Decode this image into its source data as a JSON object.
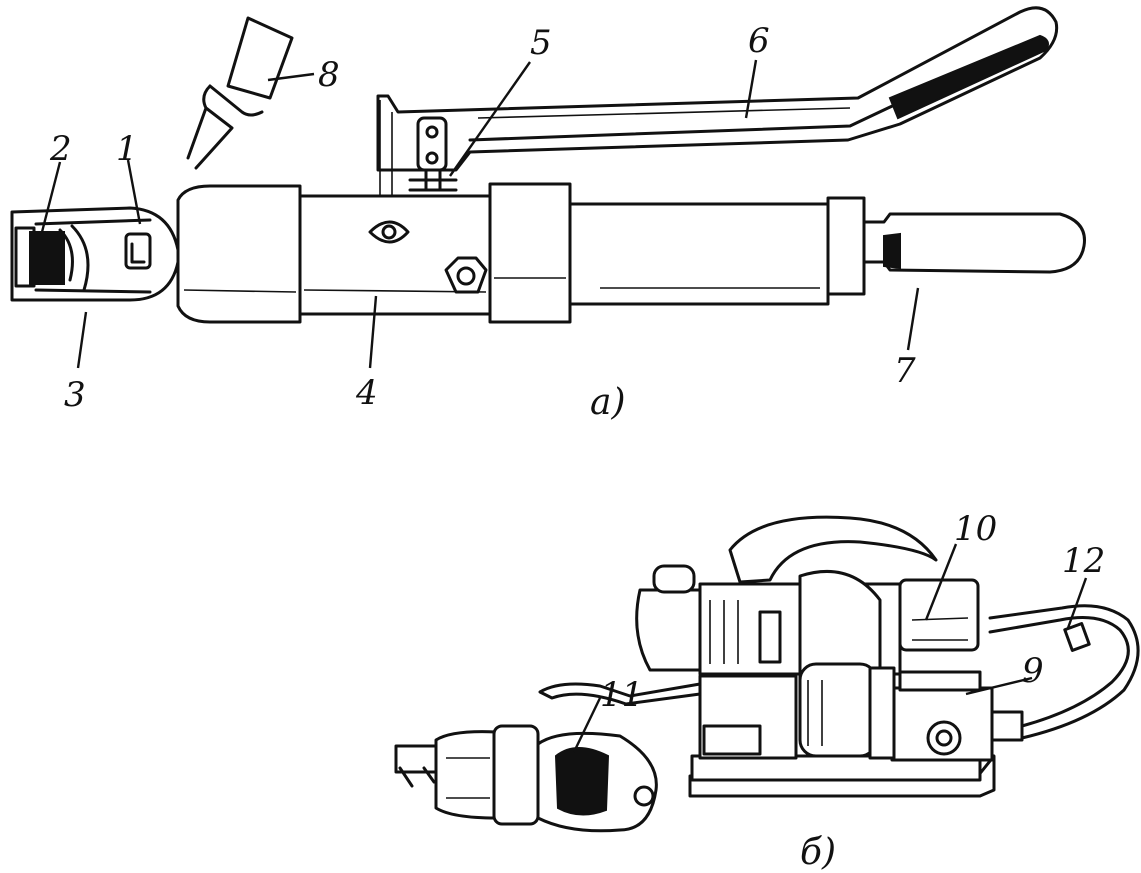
{
  "figure": {
    "callouts": {
      "c1": "1",
      "c2": "2",
      "c3": "3",
      "c4": "4",
      "c5": "5",
      "c6": "6",
      "c7": "7",
      "c8": "8",
      "c9": "9",
      "c10": "10",
      "c11": "11",
      "c12": "12"
    },
    "captions": {
      "a": "a)",
      "b": "б)"
    }
  }
}
